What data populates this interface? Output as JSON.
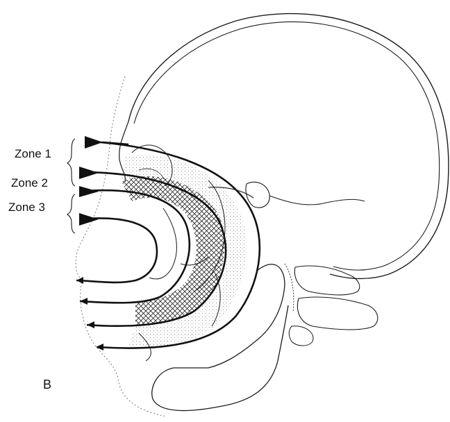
{
  "labels": {
    "zone1": "Zone 1",
    "zone2": "Zone 2",
    "zone3": "Zone 3",
    "panel": "B"
  },
  "colors": {
    "line": "#1a1a1a",
    "hatch": "#222222",
    "background": "#ffffff"
  }
}
